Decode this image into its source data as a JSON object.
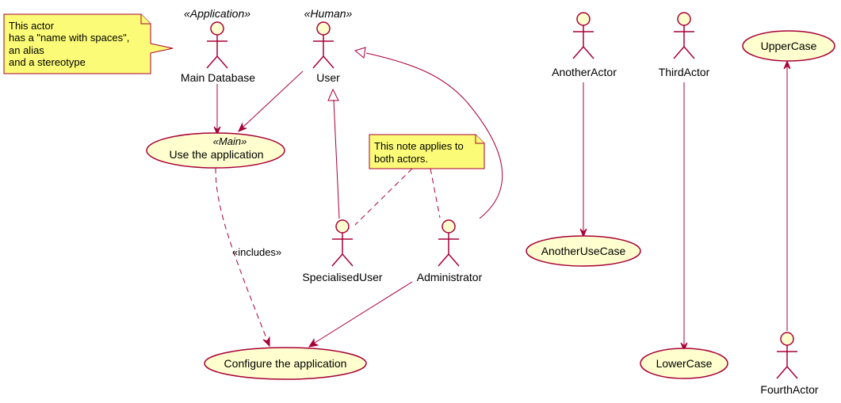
{
  "diagram": {
    "note_actor": [
      "This actor",
      "has a \"name with spaces\",",
      "an alias",
      "and a stereotype"
    ],
    "note_both": [
      "This note applies to",
      "both actors."
    ],
    "actors": {
      "main_database": {
        "name": "Main Database",
        "stereotype": "«Application»"
      },
      "user": {
        "name": "User",
        "stereotype": "«Human»"
      },
      "specialised_user": {
        "name": "SpecialisedUser"
      },
      "administrator": {
        "name": "Administrator"
      },
      "another_actor": {
        "name": "AnotherActor"
      },
      "third_actor": {
        "name": "ThirdActor"
      },
      "fourth_actor": {
        "name": "FourthActor"
      }
    },
    "usecases": {
      "use_app": {
        "name": "Use the application",
        "stereotype": "«Main»"
      },
      "configure": {
        "name": "Configure the application"
      },
      "another_uc": {
        "name": "AnotherUseCase"
      },
      "upper": {
        "name": "UpperCase"
      },
      "lower": {
        "name": "LowerCase"
      }
    },
    "relations": {
      "includes_label": "«includes»"
    },
    "colors": {
      "border": "#A80036",
      "fill": "#FEFECE",
      "note_fill": "#FBFB77"
    }
  }
}
